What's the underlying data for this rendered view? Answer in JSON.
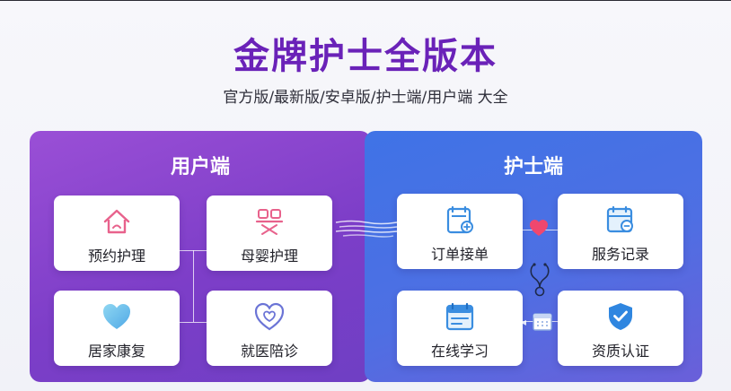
{
  "header": {
    "title": "金牌护士全版本",
    "subtitle": "官方版/最新版/安卓版/护士端/用户端 大全"
  },
  "user_panel": {
    "title": "用户端",
    "cards": [
      {
        "label": "预约护理",
        "icon": "home-icon"
      },
      {
        "label": "母婴护理",
        "icon": "mother-baby-icon"
      },
      {
        "label": "居家康复",
        "icon": "heart-icon"
      },
      {
        "label": "就医陪诊",
        "icon": "heart-outline-icon"
      }
    ]
  },
  "nurse_panel": {
    "title": "护士端",
    "cards": [
      {
        "label": "订单接单",
        "icon": "clipboard-icon"
      },
      {
        "label": "服务记录",
        "icon": "record-icon"
      },
      {
        "label": "在线学习",
        "icon": "calendar-icon"
      },
      {
        "label": "资质认证",
        "icon": "shield-check-icon"
      }
    ]
  },
  "colors": {
    "title": "#6a22b8",
    "user_panel": "#8a45d0",
    "nurse_panel": "#4a72e5",
    "icon_pink": "#e8628c",
    "icon_blue": "#3a8de0",
    "heart": "#f0476e"
  }
}
